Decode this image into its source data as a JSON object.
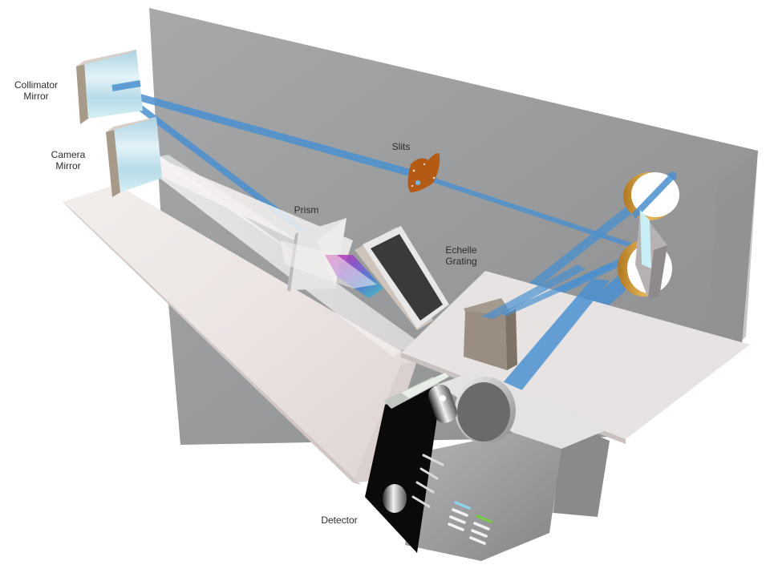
{
  "diagram": {
    "type": "spectrograph-optical-layout",
    "labels": {
      "collimator_mirror": {
        "line1": "Collimator",
        "line2": "Mirror"
      },
      "camera_mirror": {
        "line1": "Camera",
        "line2": "Mirror"
      },
      "slits": "Slits",
      "prism": "Prism",
      "echelle_grating": {
        "line1": "Echelle",
        "line2": "Grating"
      },
      "detector": "Detector"
    },
    "colors": {
      "back_wall": "#9a9c9e",
      "light_beam": "#4a90d0",
      "slit_plate": "#b35a14",
      "mirror_rim": "#c8922e",
      "platform": "#e8e2e0",
      "detector_body": "#9c9c9e",
      "detector_black": "#0a0a0a",
      "indicator_blue": "#8fd0e8",
      "indicator_green": "#7cc84a"
    }
  }
}
